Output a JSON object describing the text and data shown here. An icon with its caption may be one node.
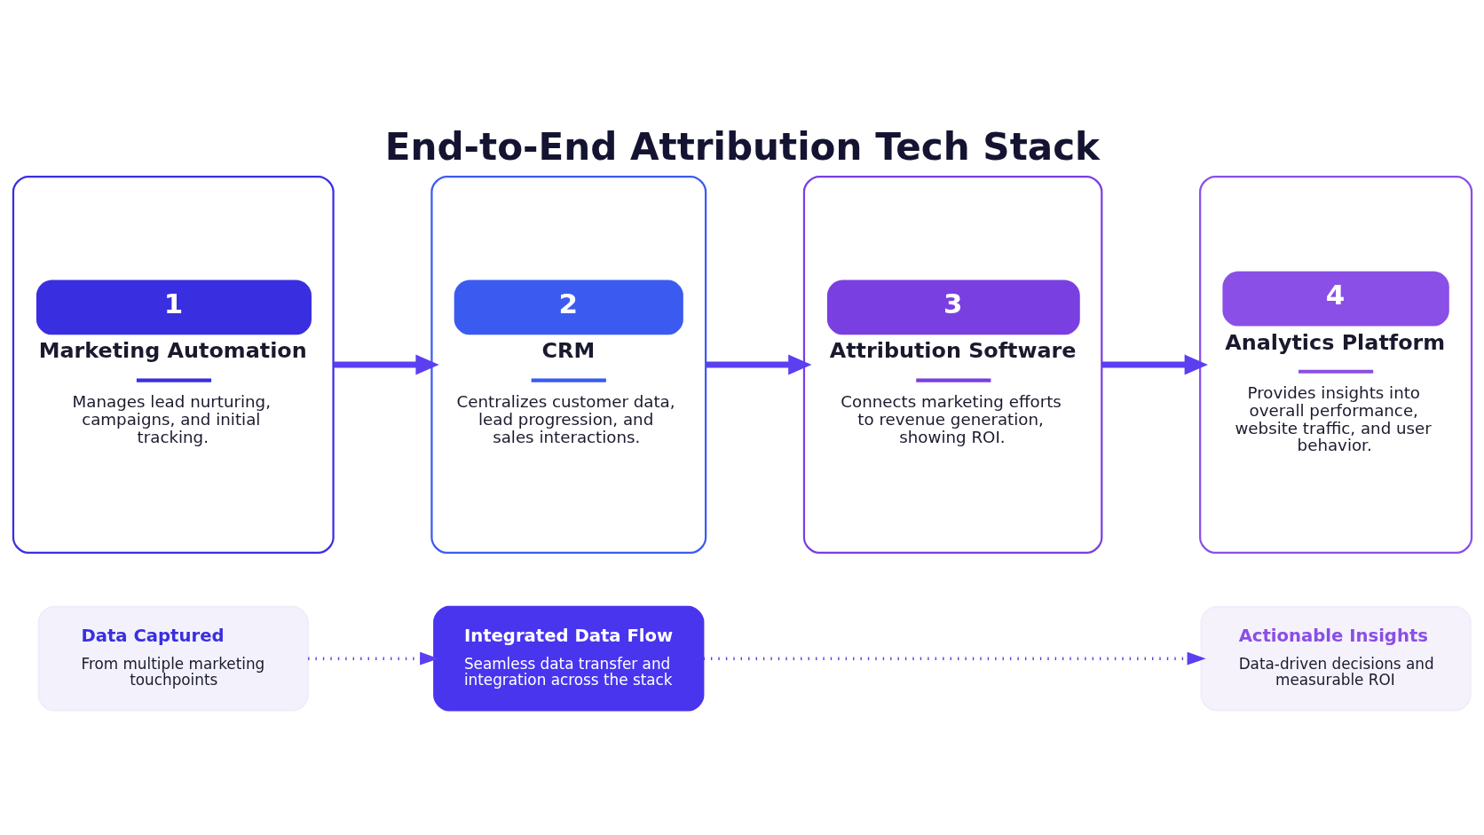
{
  "diagram": {
    "title": "End-to-End Attribution Tech Stack",
    "nodes": [
      {
        "text": [
          "1",
          "Marketing Automation",
          "Manages lead nurturing, campaigns, and initial tracking."
        ]
      },
      {
        "text": [
          "2",
          "CRM",
          "Centralizes customer data, lead progression, and sales interactions."
        ]
      },
      {
        "text": [
          "3",
          "Attribution Software",
          "Connects marketing efforts to revenue generation, showing ROI."
        ]
      },
      {
        "text": [
          "4",
          "Analytics Platform",
          "Provides insights into overall performance, website traffic, and user behavior."
        ]
      },
      {
        "text": [
          "Data Captured",
          "From multiple marketing touchpoints"
        ]
      },
      {
        "text": [
          "Integrated Data Flow",
          "Seamless data transfer and integration across the stack"
        ]
      },
      {
        "text": [
          "Actionable Insights",
          "Data-driven decisions and measurable ROI"
        ]
      }
    ],
    "edges": [
      {
        "from": 0,
        "to": 1,
        "arrow": "to"
      },
      {
        "from": 1,
        "to": 2,
        "arrow": "to"
      },
      {
        "from": 2,
        "to": 3,
        "arrow": "to"
      },
      {
        "from": 4,
        "to": 5,
        "arrow": "to",
        "style": "dashed"
      },
      {
        "from": 5,
        "to": 6,
        "arrow": "to",
        "style": "dashed"
      }
    ]
  }
}
